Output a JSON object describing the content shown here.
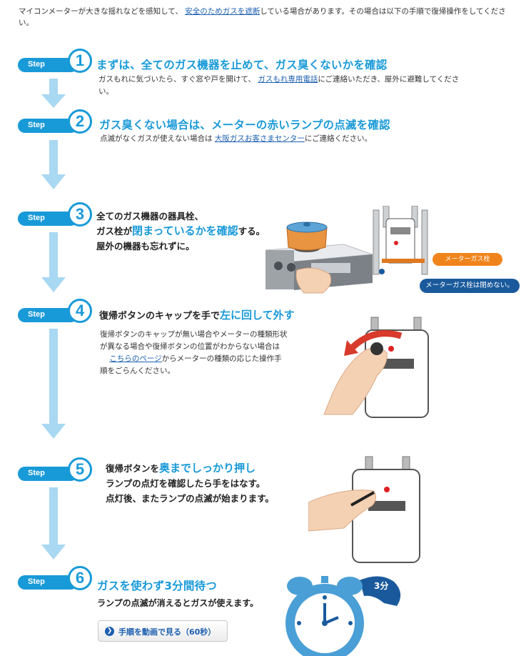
{
  "intro": {
    "pre": "マイコンメーターが大きな揺れなどを感知して、",
    "link": "安全のためガスを遮断",
    "post": "している場合があります。その場合は以下の手順で復帰操作をしてください。"
  },
  "step_label": "Step",
  "steps": [
    {
      "num": "1",
      "title": "まずは、全てのガス機器を止めて、ガス臭くないかを確認",
      "desc_pre": "ガスもれに気づいたら、すぐ窓や戸を開けて、",
      "desc_link": "ガスもれ専用電話",
      "desc_post": "にご連絡いただき、屋外に避難してください。"
    },
    {
      "num": "2",
      "title": "ガス臭くない場合は、メーターの赤いランプの点滅を確認",
      "desc_pre": "点滅がなくガスが使えない場合は",
      "desc_link": "大阪ガスお客さまセンター",
      "desc_post": "にご連絡ください。"
    },
    {
      "num": "3",
      "line1": "全てのガス機器の器具栓、",
      "line2_pre": "ガス栓が",
      "line2_em": "閉まっているかを確認",
      "line2_post": "する。",
      "line3": "屋外の機器も忘れずに。",
      "label_orange": "メーターガス栓",
      "label_blue": "メーターガス栓は閉めない。"
    },
    {
      "num": "4",
      "title_pre": "復帰ボタンのキャップを手で",
      "title_em": "左に回して外す",
      "desc1": "復帰ボタンのキャップが無い場合やメーターの種類形状",
      "desc2": "が異なる場合や復帰ボタンの位置がわからない場合は",
      "desc3_link": "こちらのページ",
      "desc3_post": "からメーターの種類の応じた操作手",
      "desc4": "順をごらんください。"
    },
    {
      "num": "5",
      "line1_pre": "復帰ボタンを",
      "line1_em": "奥までしっかり押し",
      "line2": "ランプの点灯を確認したら手をはなす。",
      "line3": "点灯後、またランプの点滅が始まります。"
    },
    {
      "num": "6",
      "title": "ガスを使わず3分間待つ",
      "desc": "ランプの点滅が消えるとガスが使えます。",
      "button": "手順を動画で見る（60秒）",
      "bubble": "3分"
    }
  ],
  "colors": {
    "accent": "#199ad8",
    "link": "#1c5fb0",
    "arrow": "#a9d8f2",
    "orange": "#f0841c",
    "navy": "#1a5a9c"
  }
}
